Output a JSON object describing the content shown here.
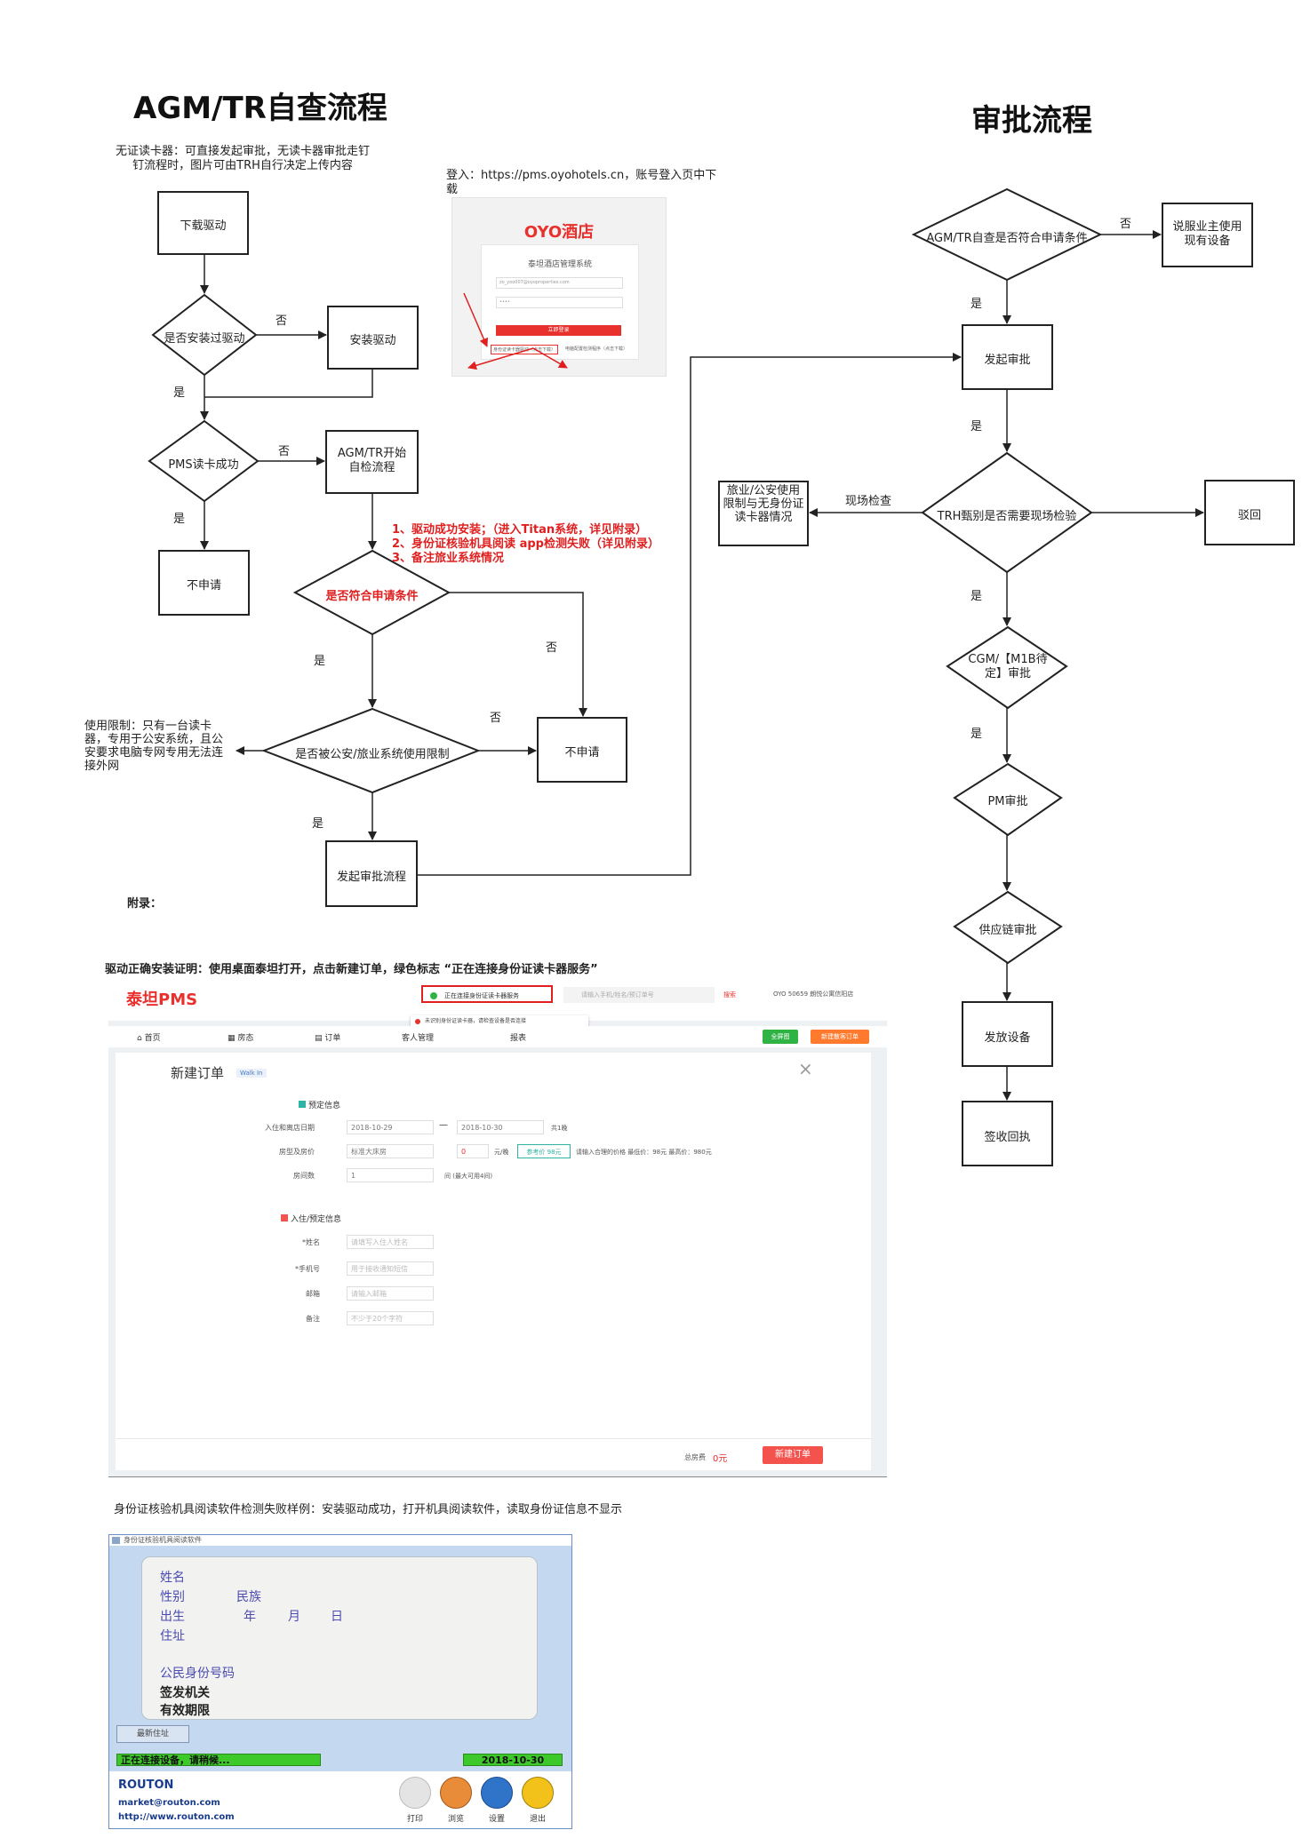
{
  "left_title": "AGM/TR自查流程",
  "right_title": "审批流程",
  "note_no_reader": "无证读卡器：可直接发起审批，无读卡器审批走钉钉流程时，图片可由TRH自行决定上传内容",
  "login_note": "登入：https://pms.oyohotels.cn，账号登入页中下载",
  "login_screen": {
    "logo": "OYO酒店",
    "system_title": "泰坦酒店管理系统",
    "username": "zo_yoo007@oyoproperties.com",
    "password": "••••",
    "login_button": "立即登录",
    "link_left": "身份证读卡器驱动（点击下载）",
    "link_right": "电脑配置检测程序（点击下载）"
  },
  "left_flow": {
    "download_driver": "下载驱动",
    "installed_q": "是否安装过驱动",
    "install_driver": "安装驱动",
    "pms_success_q": "PMS读卡成功",
    "agm_start": "AGM/TR开始自检流程",
    "not_apply_1": "不申请",
    "meets_q": "是否符合申请条件",
    "restricted_q": "是否被公安/旅业系统使用限制",
    "not_apply_2": "不申请",
    "start_approval": "发起审批流程",
    "usage_limit": "使用限制：只有一台读卡器，专用于公安系统，且公安要求电脑专网专用无法连接外网",
    "yes": "是",
    "no": "否"
  },
  "red_notes": [
    "1、驱动成功安装；（进入Titan系统，详见附录）",
    "2、身份证核验机具阅读  app检测失败（详见附录）",
    "3、备注旅业系统情况"
  ],
  "right_flow": {
    "agm_meets_q": "AGM/TR自查是否符合申请条件",
    "explain_owner": "说服业主使用现有设备",
    "start_approval": "发起审批",
    "trh_check_q": "TRH甄别是否需要现场检验",
    "reject": "驳回",
    "site_check": "现场检查",
    "travel_limit": "旅业/公安使用限制与无身份证读卡器情况",
    "cgm_q": "CGM/【M1B待定】审批",
    "pm_q": "PM审批",
    "supply_q": "供应链审批",
    "issue_device": "发放设备",
    "sign_receipt": "签收回执",
    "yes": "是",
    "no": "否"
  },
  "appendix_label": "附录：",
  "driver_proof_caption": "驱动正确安装证明：使用桌面泰坦打开，点击新建订单，绿色标志 “正在连接身份证读卡器服务”",
  "pms_screen": {
    "logo": "泰坦PMS",
    "status_ok": "正在连接身份证读卡器服务",
    "search_placeholder": "请输入手机/姓名/预订单号",
    "search_btn": "搜索",
    "hotel_name": "OYO 50659 朗悦公寓信阳店",
    "status_err": "未识别身份证读卡器，请检查设备是否连接",
    "nav": [
      "首页",
      "房态",
      "订单",
      "客人管理",
      "报表"
    ],
    "btn_green": "全屏图",
    "btn_orange": "新建散客订单",
    "dialog_title": "新建订单",
    "walkin": "Walk In",
    "section_booking": "预定信息",
    "label_dates": "入住和离店日期",
    "date_in": "2018-10-29",
    "date_out": "2018-10-30",
    "nights": "共1晚",
    "label_roomtype": "房型及房价",
    "roomtype": "标准大床房",
    "price": "0",
    "price_unit": "元/晚",
    "member_price": "参考价 98元",
    "price_note": "请输入合理的价格 最低价：98元 最高价：980元",
    "label_rooms": "房间数",
    "rooms": "1",
    "rooms_note": "间 (最大可用4间)",
    "section_guest": "入住/预定信息",
    "label_name": "*姓名",
    "ph_name": "请填写入住人姓名",
    "label_phone": "*手机号",
    "ph_phone": "用于接收通知短信",
    "label_email": "邮箱",
    "ph_email": "请输入邮箱",
    "label_remark": "备注",
    "ph_remark": "不少于20个字符",
    "total_label": "总房费",
    "total_value": "0元",
    "submit": "新建订单"
  },
  "reader_caption": "身份证核验机具阅读软件检测失败样例：安装驱动成功，打开机具阅读软件，读取身份证信息不显示",
  "reader_screen": {
    "window_title": "身份证核验机具阅读软件",
    "f_name": "姓名",
    "f_gender": "性别",
    "f_nation": "民族",
    "f_birth": "出生",
    "f_year": "年",
    "f_month": "月",
    "f_day": "日",
    "f_address": "住址",
    "f_id": "公民身份号码",
    "f_issuer": "签发机关",
    "f_valid": "有效期限",
    "latest_addr_btn": "最新住址",
    "status": "正在连接设备，请稍候...",
    "date": "2018-10-30",
    "brand": "ROUTON",
    "email": "market@routon.com",
    "website": "http://www.routon.com",
    "btn_print": "打印",
    "btn_browse": "浏览",
    "btn_settings": "设置",
    "btn_exit": "退出"
  }
}
